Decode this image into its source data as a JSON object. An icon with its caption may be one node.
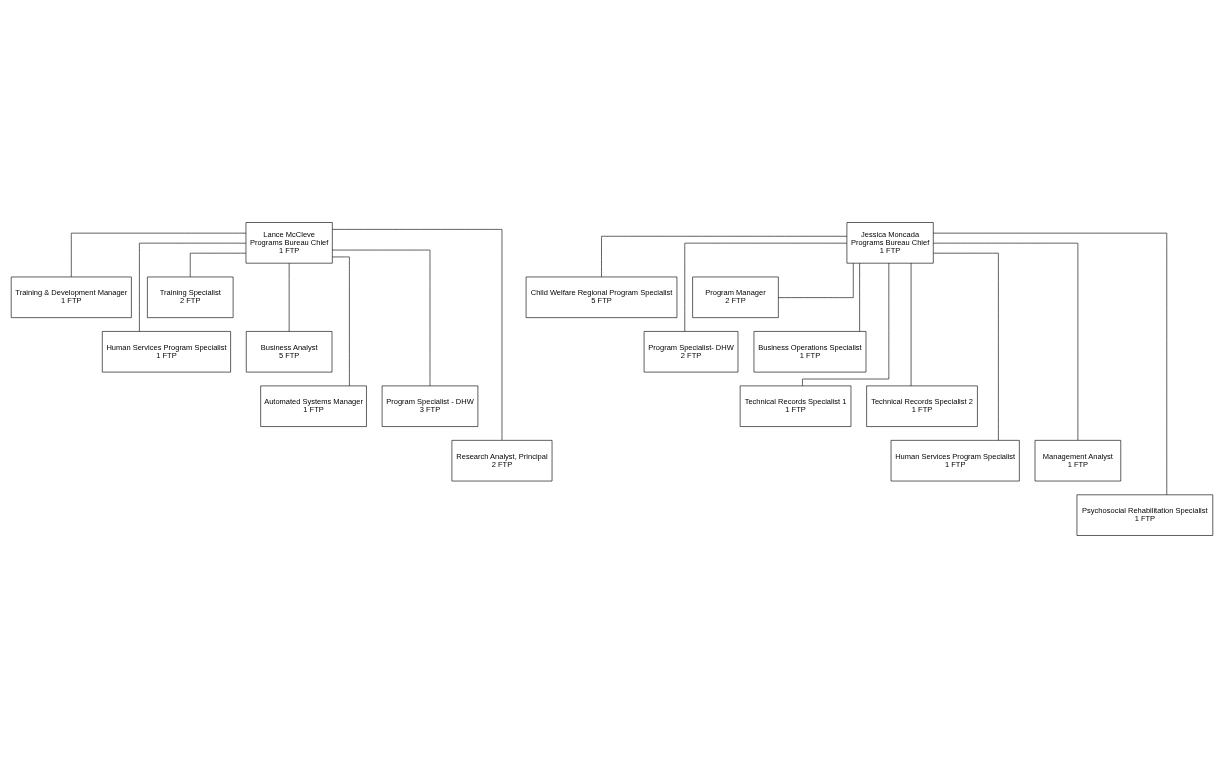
{
  "diagram": {
    "nodes": [
      {
        "text": [
          "Lance McCleve",
          "Programs Bureau Chief",
          "1 FTP"
        ]
      },
      {
        "text": [
          "Training & Development Manager",
          "1 FTP"
        ]
      },
      {
        "text": [
          "Training Specialist",
          "2 FTP"
        ]
      },
      {
        "text": [
          "Human Services Program Specialist",
          "1 FTP"
        ]
      },
      {
        "text": [
          "Business Analyst",
          "5 FTP"
        ]
      },
      {
        "text": [
          "Automated Systems Manager",
          "1 FTP"
        ]
      },
      {
        "text": [
          "Program Specialist - DHW",
          "3 FTP"
        ]
      },
      {
        "text": [
          "Research Analyst, Principal",
          "2 FTP"
        ]
      },
      {
        "text": [
          "Jessica Moncada",
          "Programs Bureau Chief",
          "1 FTP"
        ]
      },
      {
        "text": [
          "Child Welfare Regional Program Specialist",
          "5 FTP"
        ]
      },
      {
        "text": [
          "Program Manager",
          "2 FTP"
        ]
      },
      {
        "text": [
          "Program Specialist- DHW",
          "2 FTP"
        ]
      },
      {
        "text": [
          "Business Operations Specialist",
          "1 FTP"
        ]
      },
      {
        "text": [
          "Technical Records Specialist 1",
          "1 FTP"
        ]
      },
      {
        "text": [
          "Technical Records Specialist 2",
          "1 FTP"
        ]
      },
      {
        "text": [
          "Human Services Program Specialist",
          "1 FTP"
        ]
      },
      {
        "text": [
          "Management Analyst",
          "1 FTP"
        ]
      },
      {
        "text": [
          "Psychosocial Rehabilitation Specialist",
          "1 FTP"
        ]
      }
    ],
    "edges": [
      {
        "from": 0,
        "to": 1,
        "arrow": "none"
      },
      {
        "from": 0,
        "to": 2,
        "arrow": "none"
      },
      {
        "from": 0,
        "to": 3,
        "arrow": "none"
      },
      {
        "from": 0,
        "to": 4,
        "arrow": "none"
      },
      {
        "from": 0,
        "to": 5,
        "arrow": "none"
      },
      {
        "from": 0,
        "to": 6,
        "arrow": "none"
      },
      {
        "from": 0,
        "to": 7,
        "arrow": "none"
      },
      {
        "from": 8,
        "to": 9,
        "arrow": "none"
      },
      {
        "from": 8,
        "to": 10,
        "arrow": "none"
      },
      {
        "from": 8,
        "to": 11,
        "arrow": "none"
      },
      {
        "from": 8,
        "to": 12,
        "arrow": "none"
      },
      {
        "from": 8,
        "to": 13,
        "arrow": "none"
      },
      {
        "from": 8,
        "to": 14,
        "arrow": "none"
      },
      {
        "from": 8,
        "to": 15,
        "arrow": "none"
      },
      {
        "from": 8,
        "to": 16,
        "arrow": "none"
      },
      {
        "from": 8,
        "to": 17,
        "arrow": "none"
      }
    ]
  }
}
